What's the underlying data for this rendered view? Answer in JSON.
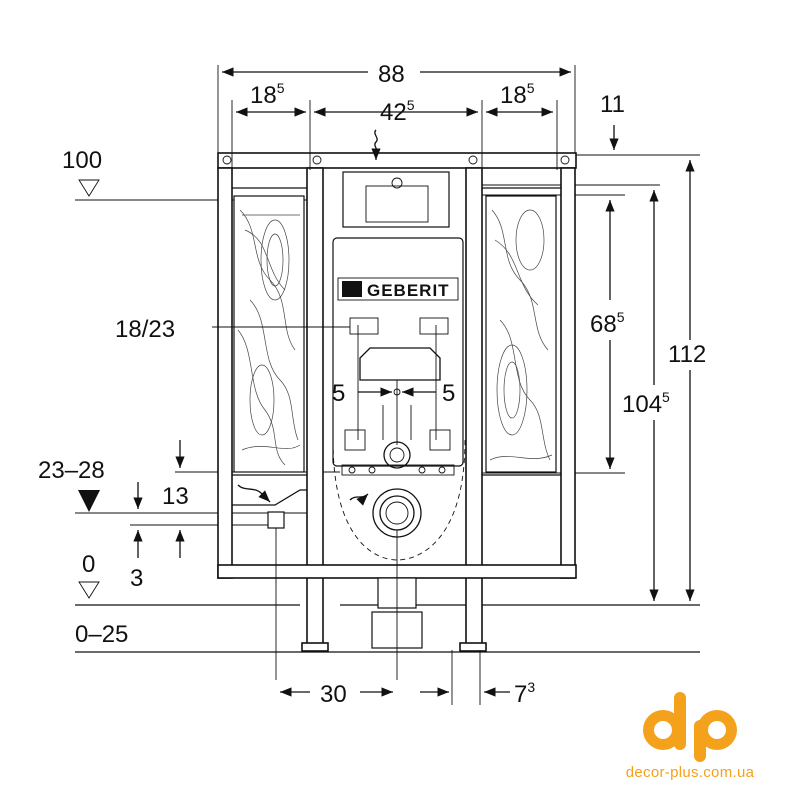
{
  "dimensions": {
    "top_total": "88",
    "top_left": {
      "main": "18",
      "sup": "5"
    },
    "top_middle": {
      "main": "42",
      "sup": "5"
    },
    "top_right": {
      "main": "18",
      "sup": "5"
    },
    "top_offset": "11",
    "level_100": "100",
    "spacing_18_23": "18/23",
    "right_68": {
      "main": "68",
      "sup": "5"
    },
    "right_104": {
      "main": "104",
      "sup": "5"
    },
    "right_112": "112",
    "center_left": "5",
    "center_right": "5",
    "level_23_28": "23–28",
    "level_13": "13",
    "level_3": "3",
    "level_0": "0",
    "level_0_25": "0–25",
    "bottom_30": "30",
    "bottom_7": {
      "main": "7",
      "sup": "3"
    }
  },
  "plate_brand": "GEBERIT",
  "logo": {
    "mark": "dp",
    "url": "decor-plus.com.ua",
    "color": "#f4a11c"
  }
}
